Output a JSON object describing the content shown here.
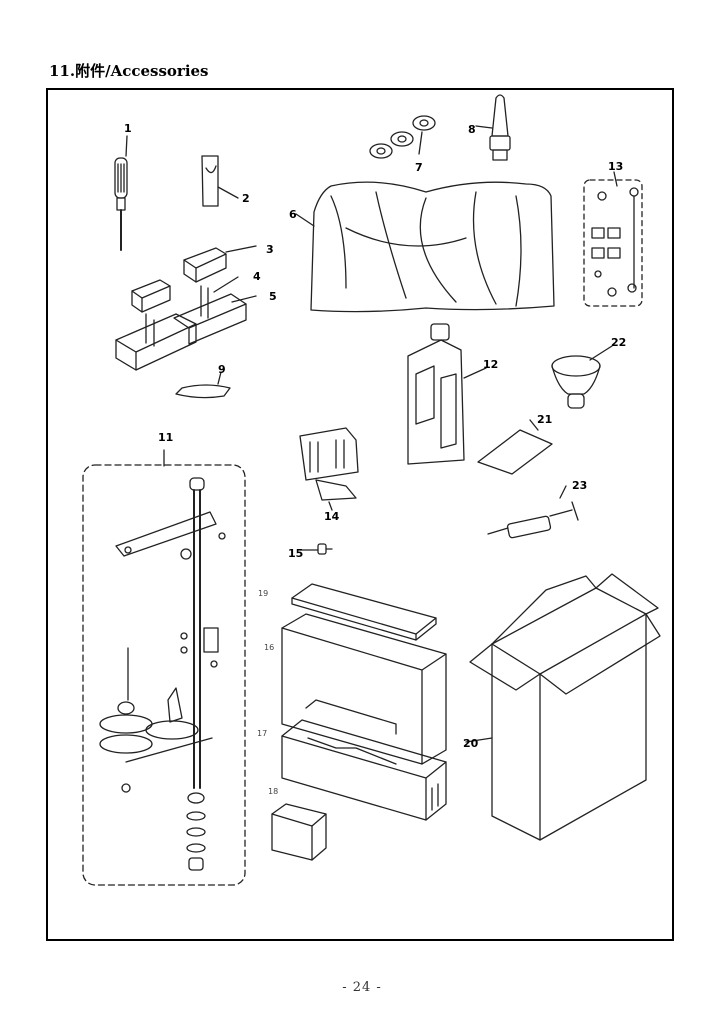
{
  "section": {
    "title": "11.附件/Accessories"
  },
  "diagram": {
    "callouts": [
      {
        "id": "c1",
        "label": "1"
      },
      {
        "id": "c2",
        "label": "2"
      },
      {
        "id": "c3",
        "label": "3"
      },
      {
        "id": "c4",
        "label": "4"
      },
      {
        "id": "c5",
        "label": "5"
      },
      {
        "id": "c6",
        "label": "6"
      },
      {
        "id": "c7",
        "label": "7"
      },
      {
        "id": "c8",
        "label": "8"
      },
      {
        "id": "c9",
        "label": "9"
      },
      {
        "id": "c11",
        "label": "11"
      },
      {
        "id": "c12",
        "label": "12"
      },
      {
        "id": "c13",
        "label": "13"
      },
      {
        "id": "c14",
        "label": "14"
      },
      {
        "id": "c15",
        "label": "15"
      },
      {
        "id": "c16",
        "label": "16"
      },
      {
        "id": "c17",
        "label": "17"
      },
      {
        "id": "c18",
        "label": "18"
      },
      {
        "id": "c19",
        "label": "19"
      },
      {
        "id": "c20",
        "label": "20"
      },
      {
        "id": "c21",
        "label": "21"
      },
      {
        "id": "c22",
        "label": "22"
      },
      {
        "id": "c23",
        "label": "23"
      }
    ]
  },
  "footer": {
    "page_number": "- 24 -"
  }
}
